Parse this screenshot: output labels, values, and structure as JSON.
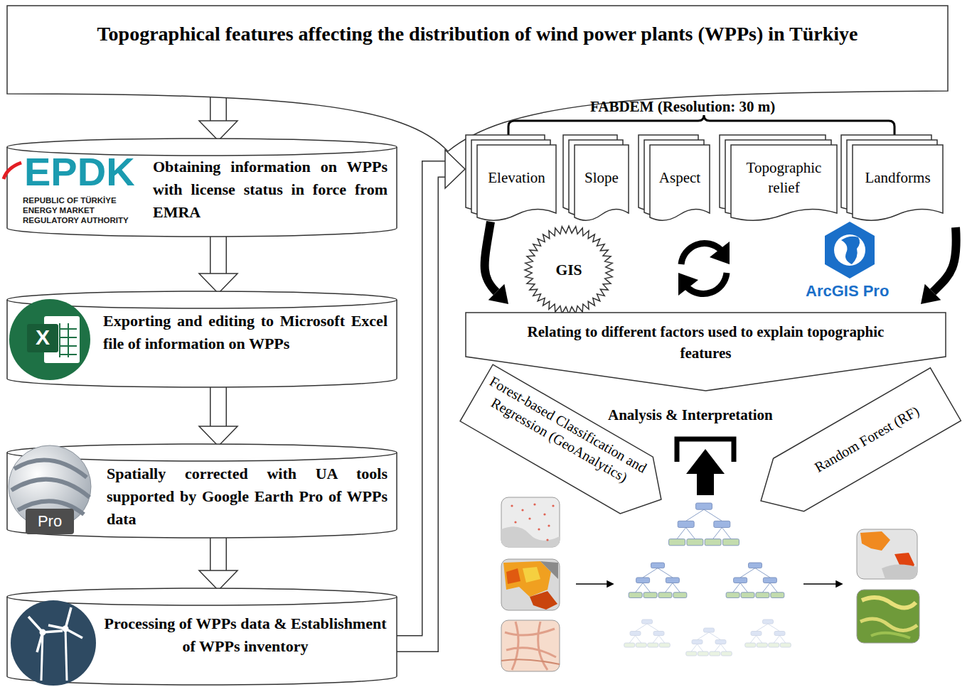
{
  "diagram": {
    "nodes": [
      {
        "text": [
          "Topographical features affecting the distribution of wind power plants (WPPs) in Türkiye"
        ]
      },
      {
        "text": [
          "EPDK",
          "REPUBLIC OF TÜRKİYE ENERGY MARKET REGULATORY AUTHORITY",
          "Obtaining information on WPPs with license status in force from EMRA"
        ]
      },
      {
        "text": [
          "X",
          "Exporting and editing to Microsoft Excel file of information on WPPs"
        ]
      },
      {
        "text": [
          "Pro",
          "Spatially corrected with UA tools supported by Google Earth Pro of WPPs data"
        ]
      },
      {
        "text": [
          "Processing of WPPs data & Establishment of WPPs inventory"
        ]
      },
      {
        "text": [
          "Elevation"
        ]
      },
      {
        "text": [
          "Slope"
        ]
      },
      {
        "text": [
          "Aspect"
        ]
      },
      {
        "text": [
          "Topographic relief"
        ]
      },
      {
        "text": [
          "Landforms"
        ]
      },
      {
        "text": [
          "GIS"
        ]
      },
      {
        "text": [
          "Relating to different factors used to explain topographic features"
        ]
      },
      {
        "text": [
          "Forest-based Classification and Regression (GeoAnalytics)"
        ]
      },
      {
        "text": [
          "Random Forest (RF)"
        ]
      }
    ],
    "edges": [
      {
        "from": 0,
        "to": 1,
        "arrow": "to"
      },
      {
        "from": 1,
        "to": 2,
        "arrow": "to"
      },
      {
        "from": 2,
        "to": 3,
        "arrow": "to"
      },
      {
        "from": 3,
        "to": 4,
        "arrow": "to"
      },
      {
        "from": 4,
        "to": 5,
        "arrow": "to"
      },
      {
        "from": 5,
        "to": 11,
        "arrow": "to"
      },
      {
        "from": 9,
        "to": 11,
        "arrow": "to"
      }
    ],
    "labels": [
      "FABDEM (Resolution: 30 m)",
      "ArcGIS Pro",
      "Analysis & Interpretation"
    ]
  }
}
